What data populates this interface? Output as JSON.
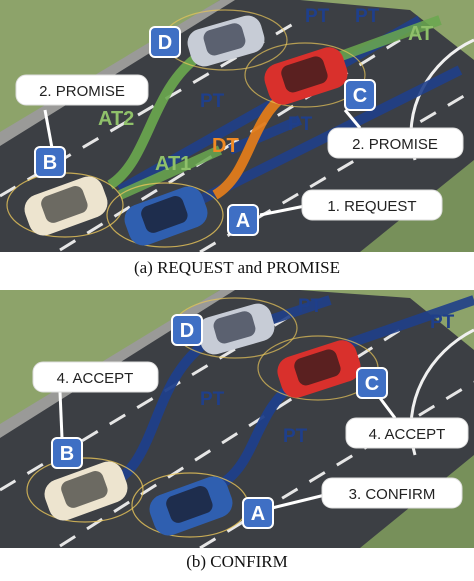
{
  "panel_a": {
    "caption": "(a) REQUEST and PROMISE",
    "nodes": {
      "a": "A",
      "b": "B",
      "c": "C",
      "d": "D"
    },
    "callouts": {
      "promise_b": "2. PROMISE",
      "promise_c": "2. PROMISE",
      "request_a": "1. REQUEST"
    },
    "trajectories": {
      "pt_top1": "PT",
      "pt_top2": "PT",
      "at_top": "AT",
      "pt_mid": "PT",
      "pt_right": "PT",
      "at2": "AT2",
      "at1": "AT1",
      "dt": "DT"
    }
  },
  "panel_b": {
    "caption": "(b) CONFIRM",
    "nodes": {
      "a": "A",
      "b": "B",
      "c": "C",
      "d": "D"
    },
    "callouts": {
      "accept_b": "4. ACCEPT",
      "accept_c": "4. ACCEPT",
      "confirm_a": "3. CONFIRM"
    },
    "trajectories": {
      "pt_top": "PT",
      "pt_top_right": "PT",
      "pt_left": "PT",
      "pt_mid": "PT"
    }
  },
  "colors": {
    "pt": "#1f3f8a",
    "at": "#6aa84f",
    "dt": "#e07b1a",
    "node": "#3f6fc4",
    "car_red": "#d9302c",
    "car_blue": "#2f5fb0",
    "car_silver": "#c7ccd6",
    "car_cream": "#ede4cf"
  }
}
